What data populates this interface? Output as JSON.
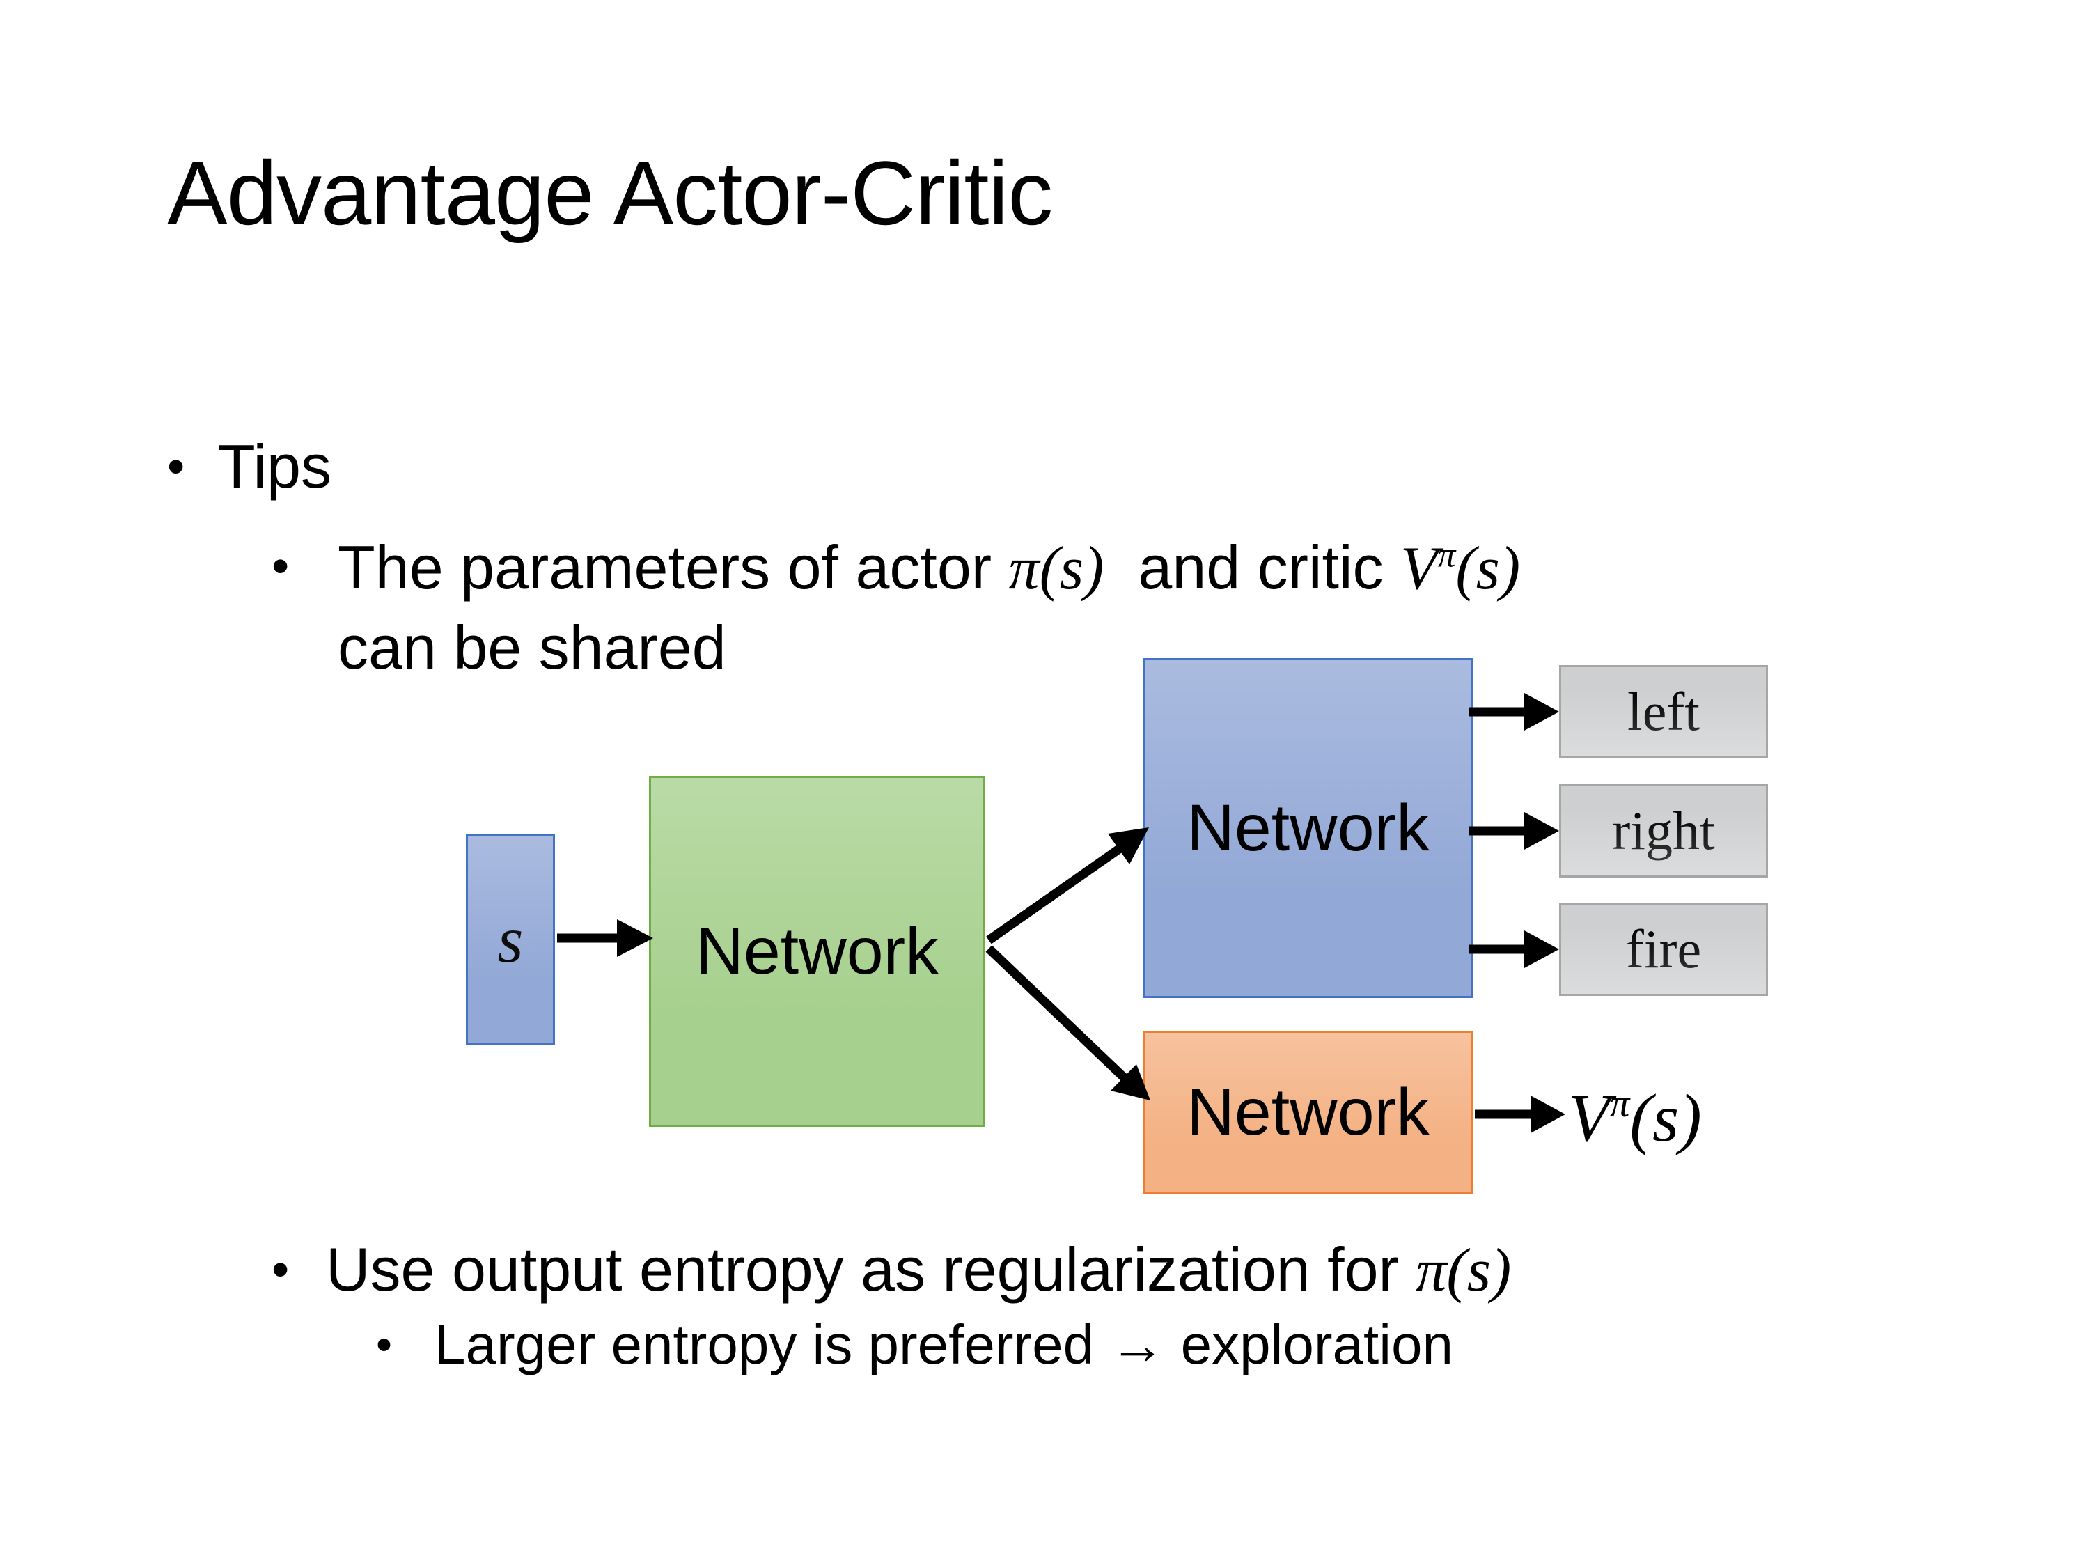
{
  "slide": {
    "title": "Advantage Actor-Critic"
  },
  "colors": {
    "background": "#FFFFFF",
    "text": "#000000",
    "arrow": "#000000",
    "blue-fill": "#92A8D6",
    "blue-border": "#4472C4",
    "green-fill": "#A6D08D",
    "green-border": "#70AD47",
    "orange-fill": "#F4B183",
    "orange-border": "#ED7D31",
    "gray-fill": "#CDCFD0",
    "gray-border": "#A6A6A6"
  },
  "bullets": {
    "marker": "•",
    "tips_label": "Tips",
    "param_prefix": "The parameters of actor ",
    "param_actor_math": "π(s)",
    "param_mid": "  and critic ",
    "param_critic_base": "V",
    "param_critic_sup": "π",
    "param_critic_args": "(s)",
    "param_line2": "can be shared",
    "entropy_prefix": "Use output entropy as regularization for ",
    "entropy_math": "π(s)",
    "exploration_text": "Larger entropy is preferred → exploration"
  },
  "diagram": {
    "state_label": "s",
    "shared_network_label": "Network",
    "actor_network_label": "Network",
    "critic_network_label": "Network",
    "actions": [
      "left",
      "right",
      "fire"
    ],
    "value_base": "V",
    "value_sup": "π",
    "value_args": "(s)"
  }
}
